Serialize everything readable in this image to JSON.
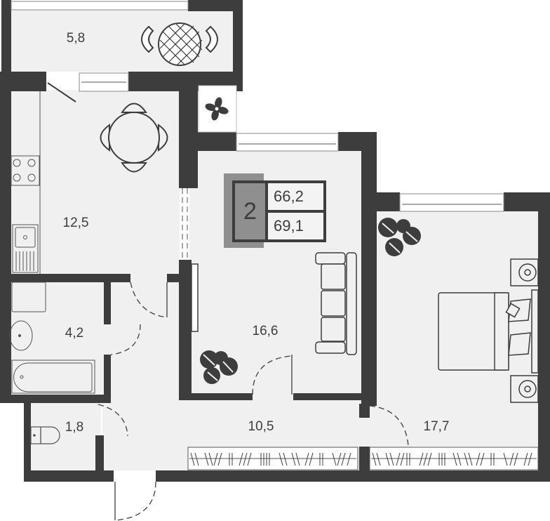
{
  "plan": {
    "rooms_count": "2",
    "total_area": "66,2",
    "total_area_with_balcony": "69,1",
    "colors": {
      "wall": "#3d3d3d",
      "floor": "#f0f0f0",
      "badge_shade": "#8f8f8f",
      "background": "#ffffff"
    }
  },
  "rooms": [
    {
      "id": "balcony",
      "name": "balcony",
      "area": "5,8"
    },
    {
      "id": "kitchen",
      "name": "kitchen-dining",
      "area": "12,5"
    },
    {
      "id": "bathroom",
      "name": "bathroom",
      "area": "4,2"
    },
    {
      "id": "toilet",
      "name": "toilet",
      "area": "1,8"
    },
    {
      "id": "living",
      "name": "living-room",
      "area": "16,6"
    },
    {
      "id": "hallway",
      "name": "hallway",
      "area": "10,5"
    },
    {
      "id": "bedroom",
      "name": "bedroom",
      "area": "17,7"
    }
  ],
  "icons": {
    "ventilation": "fan-icon",
    "stove": "stove-icon",
    "sink": "sink-icon",
    "bathtub": "bathtub-icon",
    "washbasin": "washbasin-icon",
    "washing_machine": "washing-machine-icon",
    "toilet": "toilet-icon",
    "dining_table": "dining-table-icon",
    "bistro_table": "bistro-table-icon",
    "sofa": "sofa-icon",
    "tv": "tv-icon",
    "bed": "bed-icon",
    "plant": "plant-icon",
    "wardrobe": "wardrobe-icon",
    "nightstand": "nightstand-icon"
  }
}
